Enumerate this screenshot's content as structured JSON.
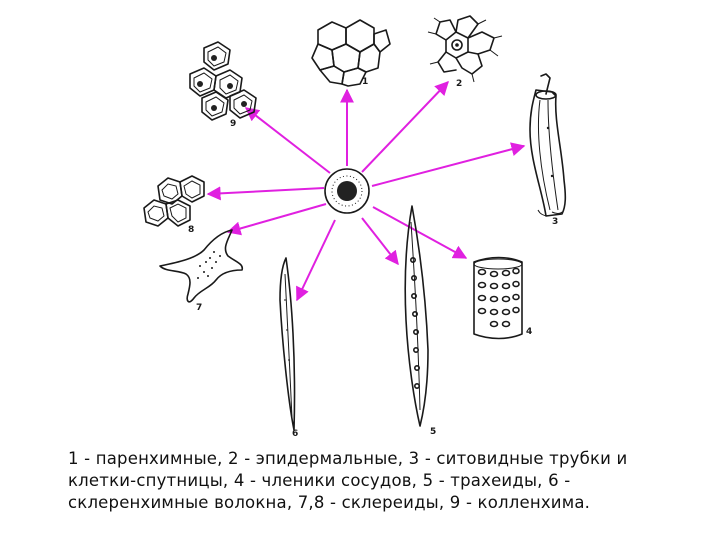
{
  "figure": {
    "labels": {
      "cell_1": "1",
      "cell_2": "2",
      "cell_3": "3",
      "cell_4": "4",
      "cell_5": "5",
      "cell_6": "6",
      "cell_7": "7",
      "cell_8": "8",
      "cell_9": "9"
    },
    "arrow_color": "#e020e0"
  },
  "caption": {
    "text": "1 - паренхимные, 2 - эпидермальные, 3 - ситовидные трубки и клетки-спутницы, 4 - членики сосудов, 5 - трахеиды, 6 - склеренхимные волокна, 7,8 - склереиды, 9 - колленхима."
  }
}
